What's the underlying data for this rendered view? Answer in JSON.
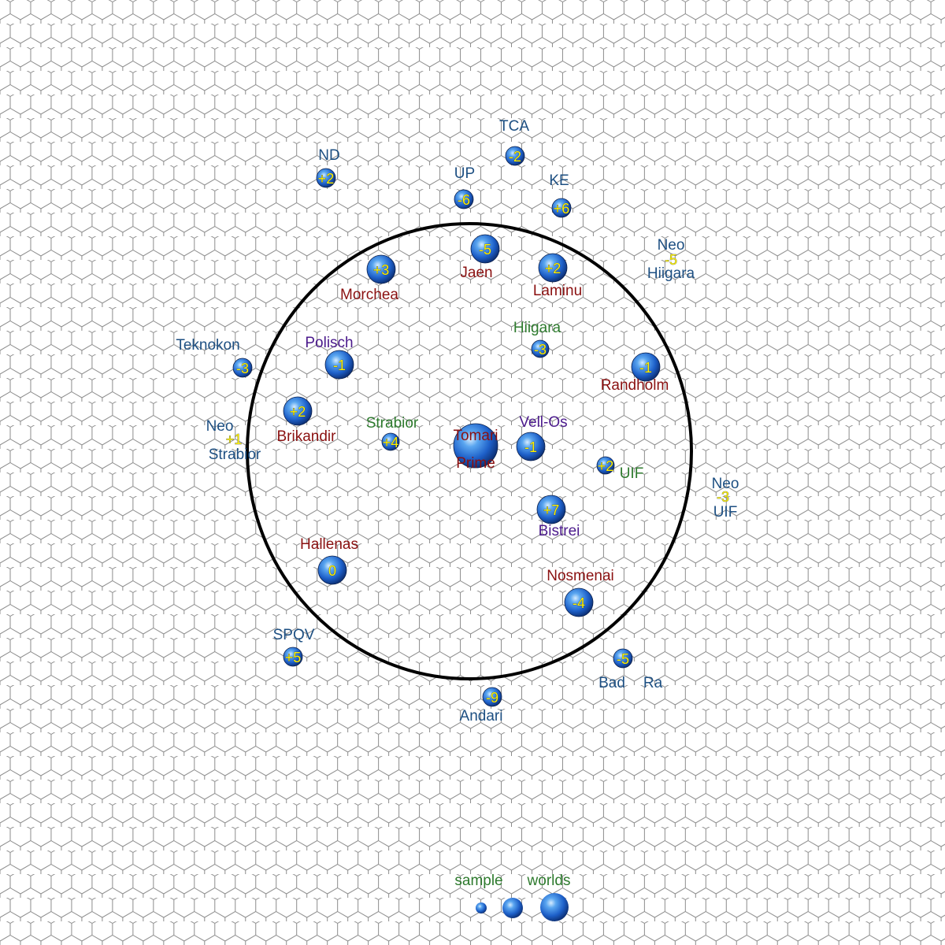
{
  "map": {
    "colors": {
      "hex_line": "#8c8c8c",
      "ring": "#000000",
      "red": "#8a1010",
      "purple": "#4b1a8c",
      "blue": "#1d4f82",
      "green": "#2d7a2d",
      "value": "#fff200"
    },
    "worlds": [
      {
        "id": "tomari",
        "name": "Tomari",
        "name2": "Prime",
        "value": "",
        "color": "red",
        "size": "large"
      },
      {
        "id": "vell-os",
        "name": "Vell-Os",
        "value": "-1",
        "color": "purple",
        "size": "medium"
      },
      {
        "id": "strabior",
        "name": "Strabior",
        "value": "+4",
        "color": "green",
        "size": "tiny"
      },
      {
        "id": "brikandir",
        "name": "Brikandir",
        "value": "+2",
        "color": "red",
        "size": "medium"
      },
      {
        "id": "polisch",
        "name": "Polisch",
        "value": "-1",
        "color": "purple",
        "size": "medium"
      },
      {
        "id": "morchea",
        "name": "Morchea",
        "value": "+3",
        "color": "red",
        "size": "medium"
      },
      {
        "id": "jaen",
        "name": "Jaen",
        "value": "-5",
        "color": "red",
        "size": "medium"
      },
      {
        "id": "laminu",
        "name": "Laminu",
        "value": "+2",
        "color": "red",
        "size": "medium"
      },
      {
        "id": "hiigara",
        "name": "Hiigara",
        "value": "-3",
        "color": "green",
        "size": "tiny"
      },
      {
        "id": "randholm",
        "name": "Randholm",
        "value": "-1",
        "color": "red",
        "size": "medium"
      },
      {
        "id": "uif",
        "name": "UIF",
        "value": "+2",
        "color": "green",
        "size": "tiny"
      },
      {
        "id": "bistrei",
        "name": "Bistrei",
        "value": "+7",
        "color": "purple",
        "size": "medium"
      },
      {
        "id": "nosmenai",
        "name": "Nosmenai",
        "value": "-4",
        "color": "red",
        "size": "medium"
      },
      {
        "id": "hallenas",
        "name": "Hallenas",
        "value": "0",
        "color": "red",
        "size": "medium"
      },
      {
        "id": "nd",
        "name": "ND",
        "value": "+2",
        "color": "blue",
        "size": "small"
      },
      {
        "id": "tca",
        "name": "TCA",
        "value": "-2",
        "color": "blue",
        "size": "small"
      },
      {
        "id": "up",
        "name": "UP",
        "value": "-6",
        "color": "blue",
        "size": "small"
      },
      {
        "id": "ke",
        "name": "KE",
        "value": "+6",
        "color": "blue",
        "size": "small"
      },
      {
        "id": "neo-hiigara",
        "name": "Neo",
        "name2": "Hiigara",
        "value": "-5",
        "color": "blue",
        "size": "none"
      },
      {
        "id": "teknokon",
        "name": "Teknokon",
        "value": "-3",
        "color": "blue",
        "size": "small"
      },
      {
        "id": "neo-strabior",
        "name": "Neo",
        "name2": "Strabior",
        "value": "+1",
        "color": "blue",
        "size": "none"
      },
      {
        "id": "neo-uif",
        "name": "Neo",
        "name2": "UIF",
        "value": "-3",
        "color": "blue",
        "size": "none"
      },
      {
        "id": "spqv",
        "name": "SPQV",
        "value": "+5",
        "color": "blue",
        "size": "small"
      },
      {
        "id": "bad-ra",
        "name": "Bad",
        "name2": "Ra",
        "value": "-5",
        "color": "blue",
        "size": "small"
      },
      {
        "id": "andari",
        "name": "Andari",
        "value": "-9",
        "color": "blue",
        "size": "small"
      }
    ],
    "legend": {
      "word1": "sample",
      "word2": "worlds"
    }
  }
}
